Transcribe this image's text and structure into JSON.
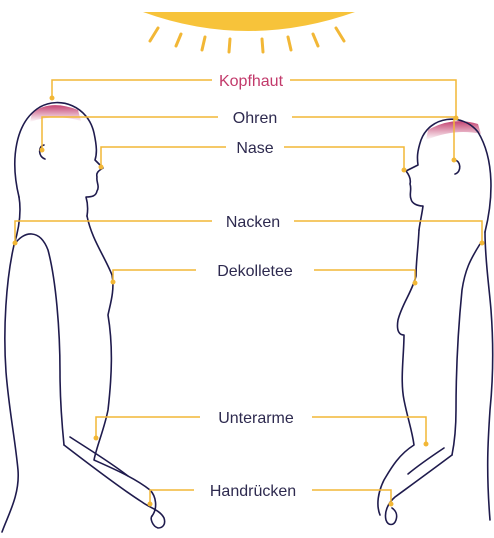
{
  "colors": {
    "sun": "#f7c33a",
    "sun_rays": "#f2b736",
    "leader_lines": "#f2b736",
    "body_outline": "#1f1b4d",
    "label_text": "#2e2a4f",
    "highlight_label": "#c23a6b",
    "scalp_highlight": "#c23a6b"
  },
  "labels": [
    {
      "id": "kopfhaut",
      "text": "Kopfhaut",
      "highlight": true
    },
    {
      "id": "ohren",
      "text": "Ohren",
      "highlight": false
    },
    {
      "id": "nase",
      "text": "Nase",
      "highlight": false
    },
    {
      "id": "nacken",
      "text": "Nacken",
      "highlight": false
    },
    {
      "id": "dekolletee",
      "text": "Dekolletee",
      "highlight": false
    },
    {
      "id": "unterarme",
      "text": "Unterarme",
      "highlight": false
    },
    {
      "id": "handruecken",
      "text": "Handrücken",
      "highlight": false
    }
  ]
}
